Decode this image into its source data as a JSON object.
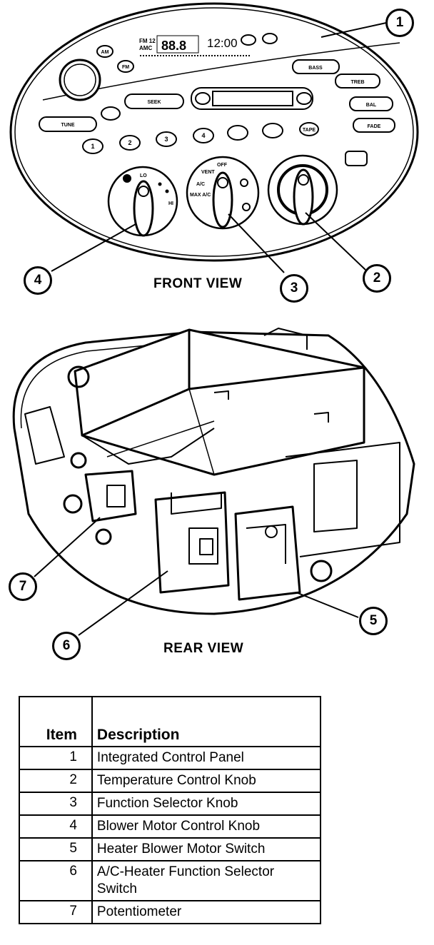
{
  "front_view_label": "FRONT VIEW",
  "rear_view_label": "REAR VIEW",
  "panel": {
    "display_small_1": "FM 12",
    "display_small_2": "AMC",
    "clock": "12:00",
    "buttons": [
      "AM",
      "FM",
      "SEEK",
      "TUNE",
      "BASS",
      "TREB",
      "BAL",
      "FADE",
      "TAPE"
    ],
    "presets": [
      "1",
      "2",
      "3",
      "4"
    ],
    "knob_labels": {
      "lo": "LO",
      "hi": "HI",
      "off": "OFF",
      "vent": "VENT",
      "ac": "A/C",
      "max_ac": "MAX A/C"
    }
  },
  "callouts": [
    "1",
    "2",
    "3",
    "4",
    "5",
    "6",
    "7"
  ],
  "table": {
    "header_item": "Item",
    "header_description": "Description",
    "rows": [
      {
        "item": "1",
        "description": "Integrated Control Panel"
      },
      {
        "item": "2",
        "description": "Temperature Control Knob"
      },
      {
        "item": "3",
        "description": "Function Selector Knob"
      },
      {
        "item": "4",
        "description": "Blower Motor Control Knob"
      },
      {
        "item": "5",
        "description": "Heater Blower Motor Switch"
      },
      {
        "item": "6",
        "description": "A/C-Heater Function Selector Switch"
      },
      {
        "item": "7",
        "description": "Potentiometer"
      }
    ]
  }
}
